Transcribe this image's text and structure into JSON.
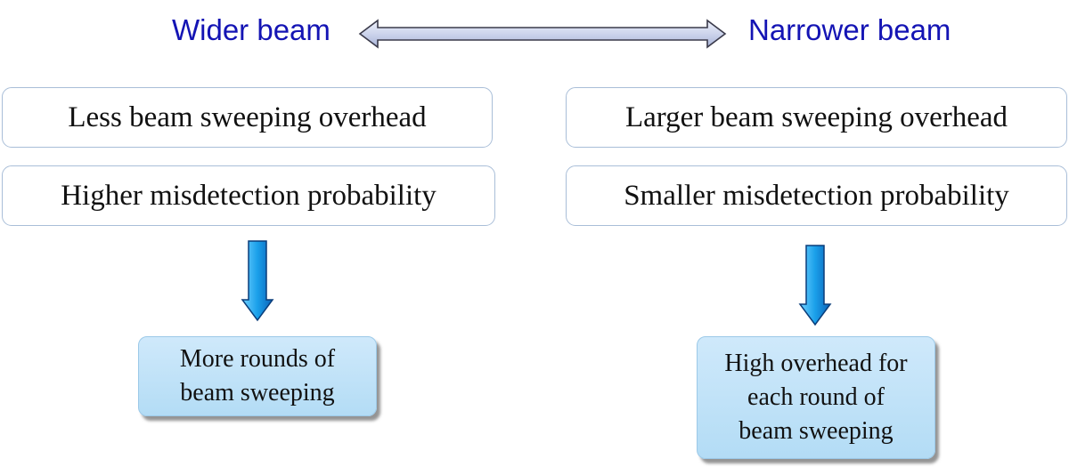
{
  "header": {
    "left_label": "Wider beam",
    "right_label": "Narrower beam"
  },
  "left_column": {
    "boxes": [
      "Less beam sweeping overhead",
      "Higher misdetection probability"
    ],
    "result_lines": [
      "More rounds of",
      "beam sweeping"
    ]
  },
  "right_column": {
    "boxes": [
      "Larger beam sweeping overhead",
      "Smaller misdetection probability"
    ],
    "result_lines": [
      "High overhead for",
      "each round of",
      "beam sweeping"
    ]
  },
  "colors": {
    "heading": "#1414b4",
    "box_border": "#a9bed8",
    "result_fill": "#c2e2f7",
    "arrow_fill": "#1a9be6"
  },
  "icons": {
    "double_arrow": "double-headed-arrow-icon",
    "down_arrow": "down-arrow-icon"
  }
}
